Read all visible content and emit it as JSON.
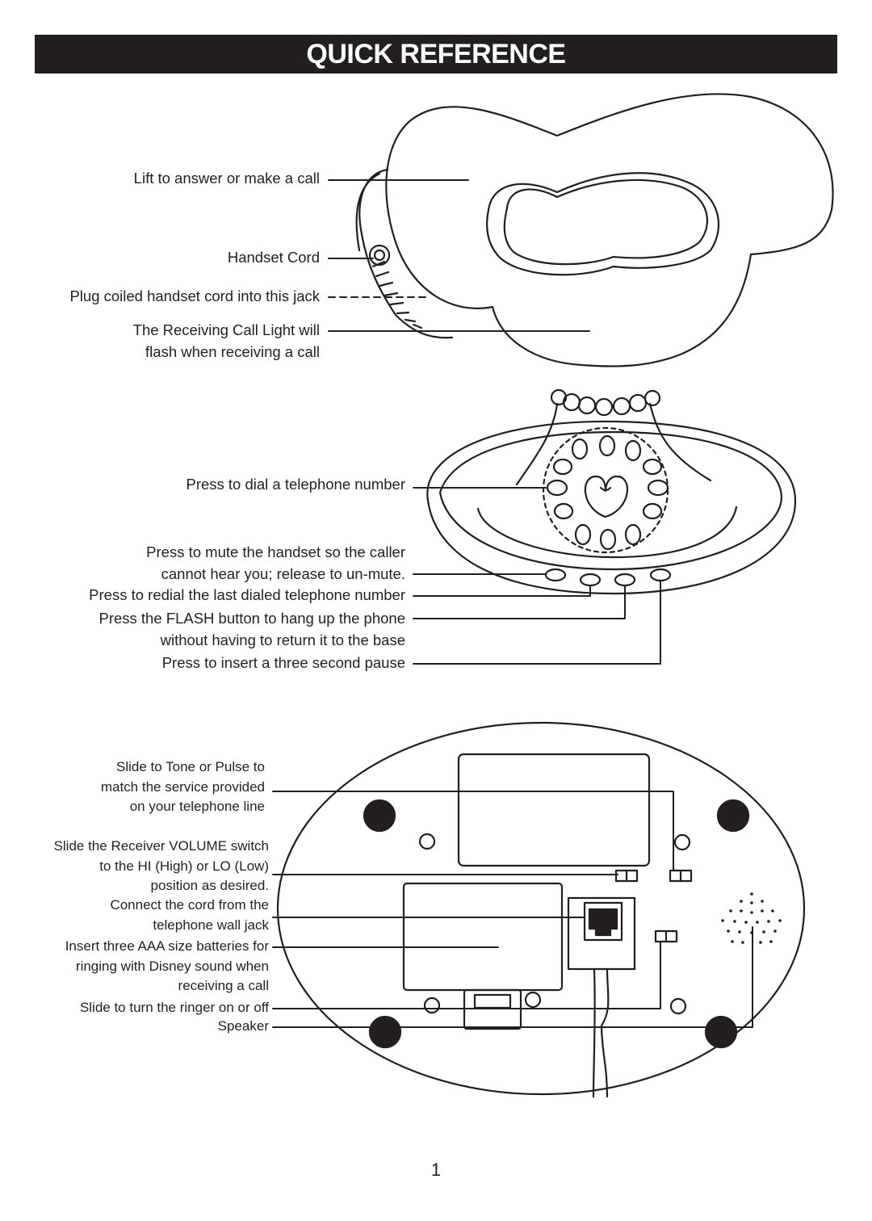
{
  "header": {
    "title": "QUICK REFERENCE"
  },
  "phone_labels": {
    "lift": [
      "Lift to answer or make a call"
    ],
    "cord": [
      "Handset Cord"
    ],
    "jack": [
      "Plug coiled handset cord into this jack"
    ],
    "light": [
      "The Receiving Call Light will",
      "flash when receiving a call"
    ],
    "dial": [
      "Press to dial a telephone number"
    ],
    "mute": [
      "Press to mute the handset so the caller",
      "cannot hear you; release to un-mute."
    ],
    "redial": [
      "Press to redial the last dialed telephone number"
    ],
    "flash": [
      "Press the FLASH button to hang up the phone",
      "without having to return it to the base"
    ],
    "pause": [
      "Press to insert a three second pause"
    ]
  },
  "base_labels": {
    "tone_pulse": [
      "Slide to Tone or Pulse to",
      "match the service provided",
      "on your telephone line"
    ],
    "volume": [
      "Slide the Receiver VOLUME switch",
      "to the HI (High) or LO (Low)",
      "position as desired."
    ],
    "wall_jack": [
      "Connect the cord from the",
      "telephone wall jack"
    ],
    "batteries": [
      "Insert three AAA size batteries for",
      "ringing with Disney sound when",
      "receiving a call"
    ],
    "ringer": [
      "Slide to turn the ringer on or off"
    ],
    "speaker": [
      "Speaker"
    ]
  },
  "page_number": "1"
}
